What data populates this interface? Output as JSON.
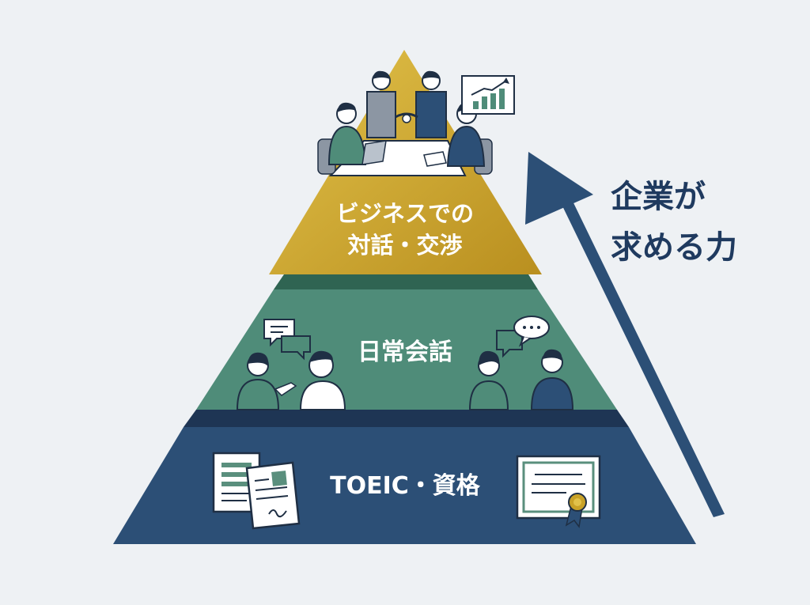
{
  "side_label": {
    "line1": "企業が",
    "line2": "求める力"
  },
  "tiers": [
    {
      "line1": "ビジネスでの",
      "line2": "対話・交渉",
      "color": "#c9a227"
    },
    {
      "label": "日常会話",
      "color": "#4f8c79"
    },
    {
      "label": "TOEIC・資格",
      "color": "#2c4f76"
    }
  ],
  "arrow_color": "#2c4f76",
  "icons": {
    "top": [
      "business-meeting-icon",
      "handshake-icon",
      "growth-chart-icon",
      "laptop-icon"
    ],
    "middle": [
      "speech-bubble-icon",
      "ellipsis-speech-bubble-icon",
      "conversation-people-icon"
    ],
    "bottom": [
      "document-icon",
      "certificate-icon",
      "medal-icon"
    ]
  }
}
